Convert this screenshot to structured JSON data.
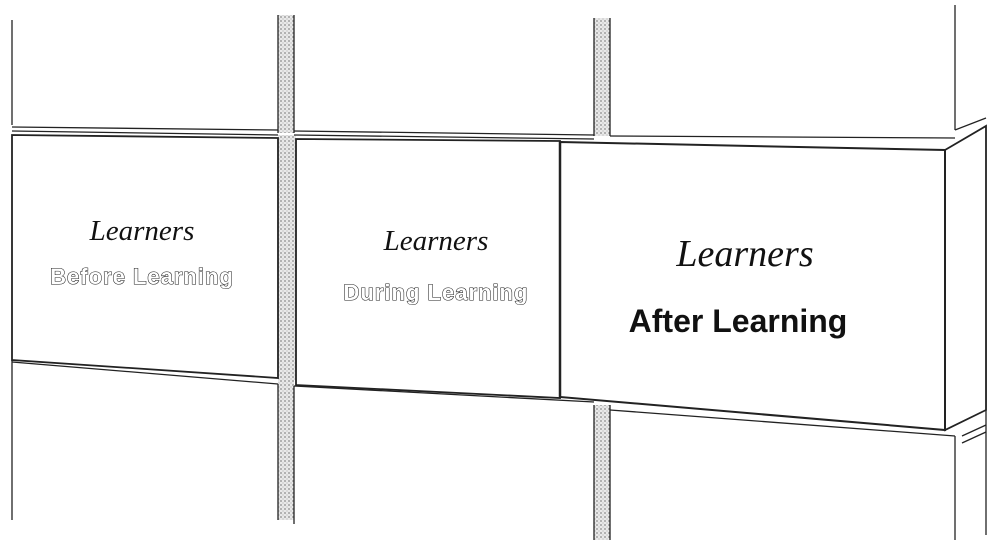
{
  "blocks": [
    {
      "word": "Learners",
      "phase": "Before Learning",
      "style": "outline"
    },
    {
      "word": "Learners",
      "phase": "During Learning",
      "style": "outline"
    },
    {
      "word": "Learners",
      "phase": "After Learning",
      "style": "solid"
    }
  ]
}
